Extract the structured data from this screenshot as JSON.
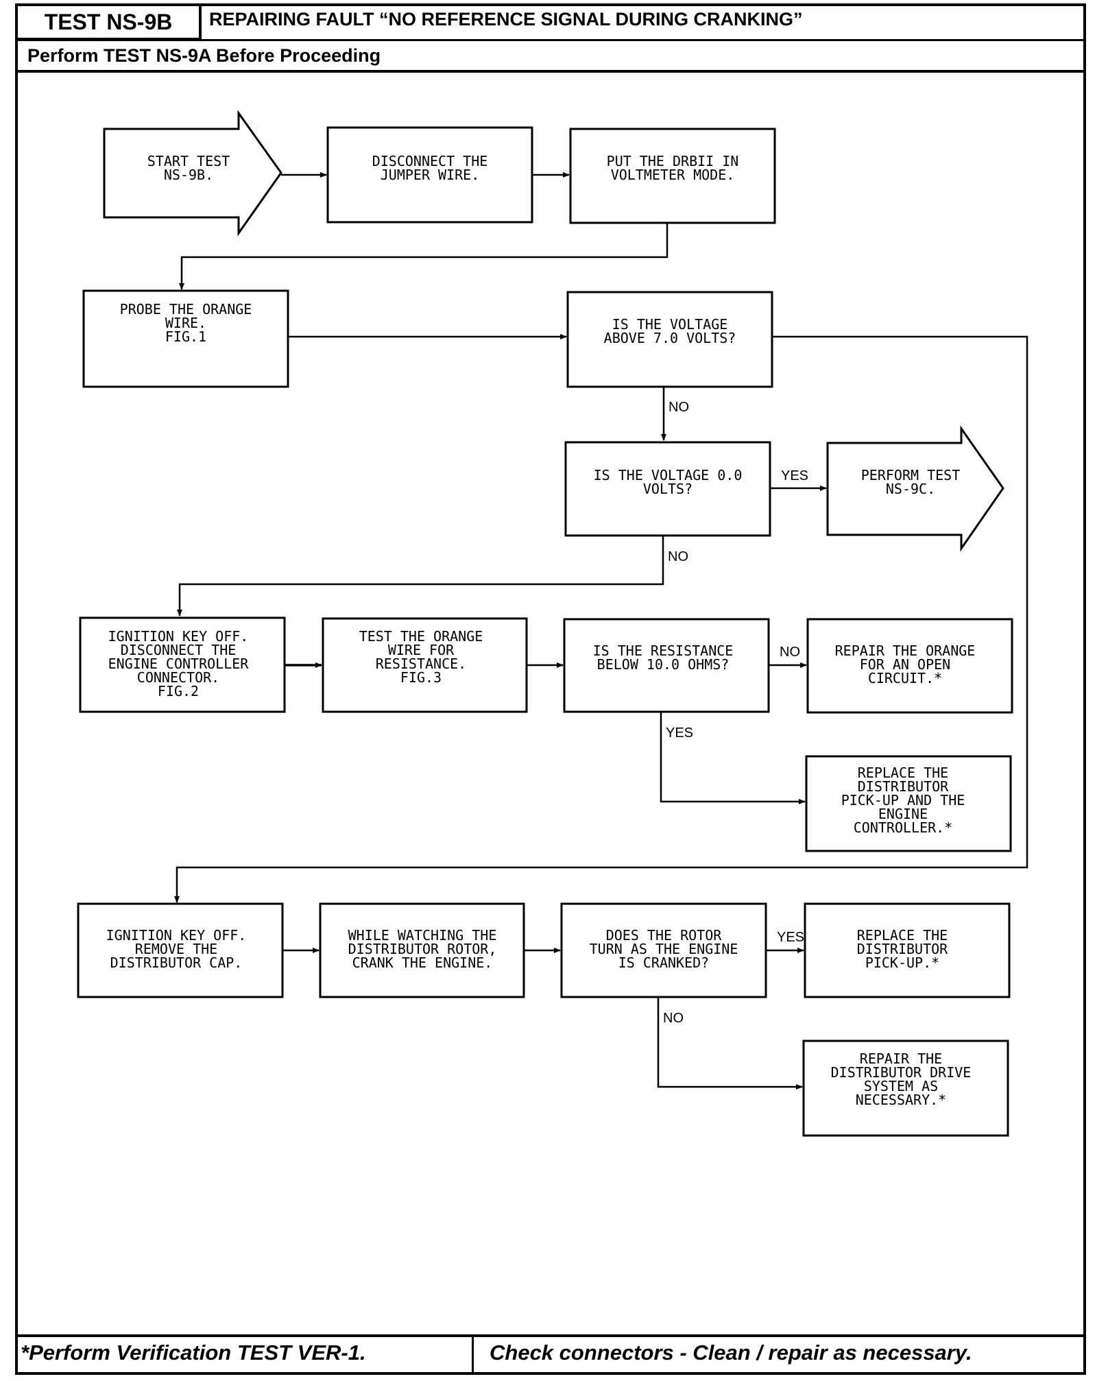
{
  "header": {
    "test_id": "TEST NS-9B",
    "title": "REPAIRING FAULT “NO REFERENCE SIGNAL DURING CRANKING”",
    "subtitle": "Perform TEST NS-9A Before Proceeding"
  },
  "footer": {
    "left": "*Perform Verification TEST VER-1.",
    "right": "Check connectors - Clean / repair as necessary."
  },
  "nodes": {
    "start": [
      "START TEST",
      "NS-9B."
    ],
    "disconnect_jumper": [
      "DISCONNECT THE",
      "JUMPER WIRE."
    ],
    "drbii_voltmeter": [
      "PUT THE DRBII IN",
      "VOLTMETER MODE."
    ],
    "probe_orange": [
      "PROBE THE ORANGE",
      "WIRE.",
      "",
      "FIG.1"
    ],
    "voltage_above_7": [
      "IS THE VOLTAGE",
      "ABOVE 7.0 VOLTS?"
    ],
    "voltage_zero": [
      "IS THE VOLTAGE 0.0",
      "VOLTS?"
    ],
    "perform_ns9c": [
      "PERFORM TEST",
      "NS-9C."
    ],
    "ignition_off_disconnect": [
      "IGNITION KEY OFF.",
      "DISCONNECT THE",
      "ENGINE CONTROLLER",
      "CONNECTOR.",
      "FIG.2"
    ],
    "test_orange_resistance": [
      "TEST THE ORANGE",
      "WIRE FOR",
      "RESISTANCE.",
      "",
      "FIG.3"
    ],
    "resistance_below_10": [
      "IS THE RESISTANCE",
      "BELOW 10.0 OHMS?"
    ],
    "repair_orange_open": [
      "REPAIR THE ORANGE",
      "FOR AN OPEN",
      "CIRCUIT.*"
    ],
    "replace_pickup_controller": [
      "REPLACE THE",
      "DISTRIBUTOR",
      "PICK-UP AND THE",
      "ENGINE",
      "CONTROLLER.*"
    ],
    "ignition_off_remove_cap": [
      "IGNITION KEY OFF.",
      "REMOVE THE",
      "DISTRIBUTOR CAP."
    ],
    "watch_rotor_crank": [
      "WHILE WATCHING THE",
      "DISTRIBUTOR ROTOR,",
      "CRANK THE ENGINE."
    ],
    "rotor_turns": [
      "DOES THE ROTOR",
      "TURN AS THE ENGINE",
      "IS CRANKED?"
    ],
    "replace_pickup": [
      "REPLACE THE",
      "DISTRIBUTOR",
      "PICK-UP.*"
    ],
    "repair_drive": [
      "REPAIR THE",
      "DISTRIBUTOR DRIVE",
      "SYSTEM AS",
      "NECESSARY.*"
    ]
  },
  "edge_labels": {
    "no_v7": "NO",
    "yes_v0": "YES",
    "no_v0": "NO",
    "no_res": "NO",
    "yes_res": "YES",
    "yes_rotor": "YES",
    "no_rotor": "NO"
  }
}
